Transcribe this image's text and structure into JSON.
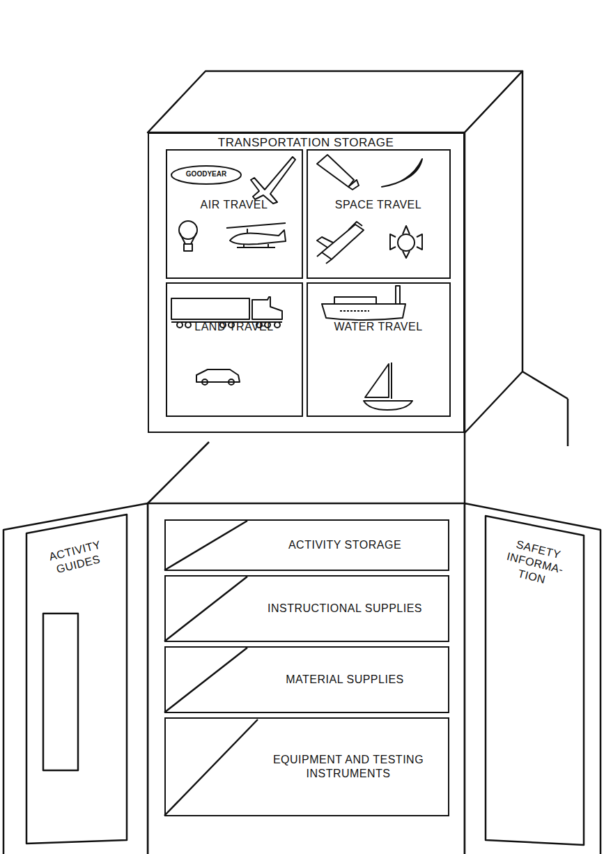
{
  "diagram": {
    "nodes": [
      {
        "text": [
          "TRANSPORTATION STORAGE"
        ]
      },
      {
        "text": [
          "AIR TRAVEL"
        ],
        "in": 0
      },
      {
        "text": [
          "SPACE TRAVEL"
        ],
        "in": 0
      },
      {
        "text": [
          "LAND TRAVEL"
        ],
        "in": 0
      },
      {
        "text": [
          "WATER TRAVEL"
        ],
        "in": 0
      },
      {
        "text": [
          "ACTIVITY GUIDES"
        ]
      },
      {
        "text": [
          "ACTIVITY STORAGE"
        ]
      },
      {
        "text": [
          "INSTRUCTIONAL SUPPLIES"
        ]
      },
      {
        "text": [
          "MATERIAL SUPPLIES"
        ]
      },
      {
        "text": [
          "EQUIPMENT AND TESTING INSTRUMENTS"
        ]
      },
      {
        "text": [
          "SAFETY INFORMA- TION"
        ]
      }
    ],
    "labels": [
      "GOODYEAR"
    ]
  }
}
